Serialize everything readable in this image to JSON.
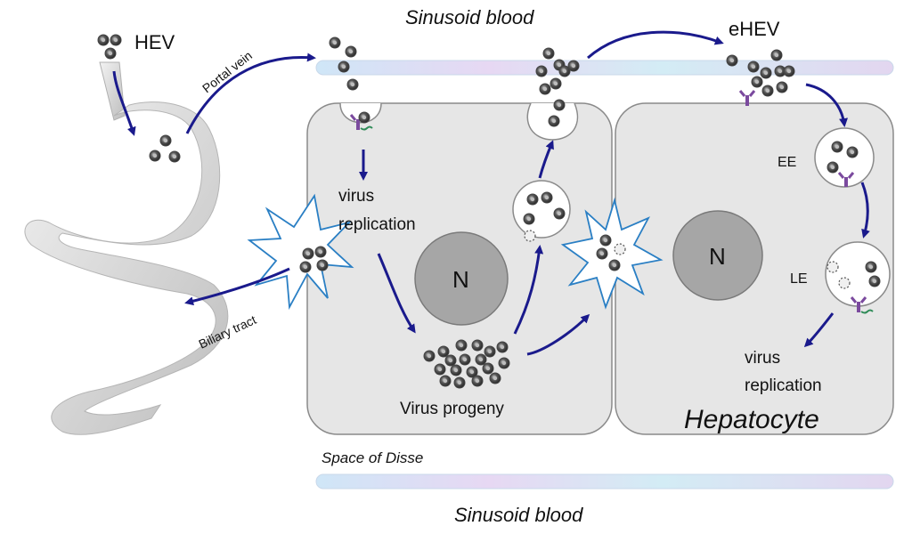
{
  "labels": {
    "hev": "HEV",
    "portal_vein": "Portal vein",
    "sinusoid_top": "Sinusoid blood",
    "ehev": "eHEV",
    "virus_replication_left_1": "virus",
    "virus_replication_left_2": "replication",
    "nucleus_left": "N",
    "nucleus_right": "N",
    "virus_progeny": "Virus progeny",
    "ee": "EE",
    "le": "LE",
    "virus_replication_right_1": "virus",
    "virus_replication_right_2": "replication",
    "hepatocyte": "Hepatocyte",
    "biliary_tract": "Biliary tract",
    "space_of_disse": "Space of Disse",
    "sinusoid_bottom": "Sinusoid blood"
  },
  "colors": {
    "arrow": "#1a1a8c",
    "cell_fill": "#e6e6e6",
    "cell_stroke": "#8a8a8a",
    "nucleus": "#a6a6a6",
    "receptor": "#7b4a9e",
    "receptor_tail": "#2e8b57",
    "burst_stroke": "#2a7fc4"
  }
}
